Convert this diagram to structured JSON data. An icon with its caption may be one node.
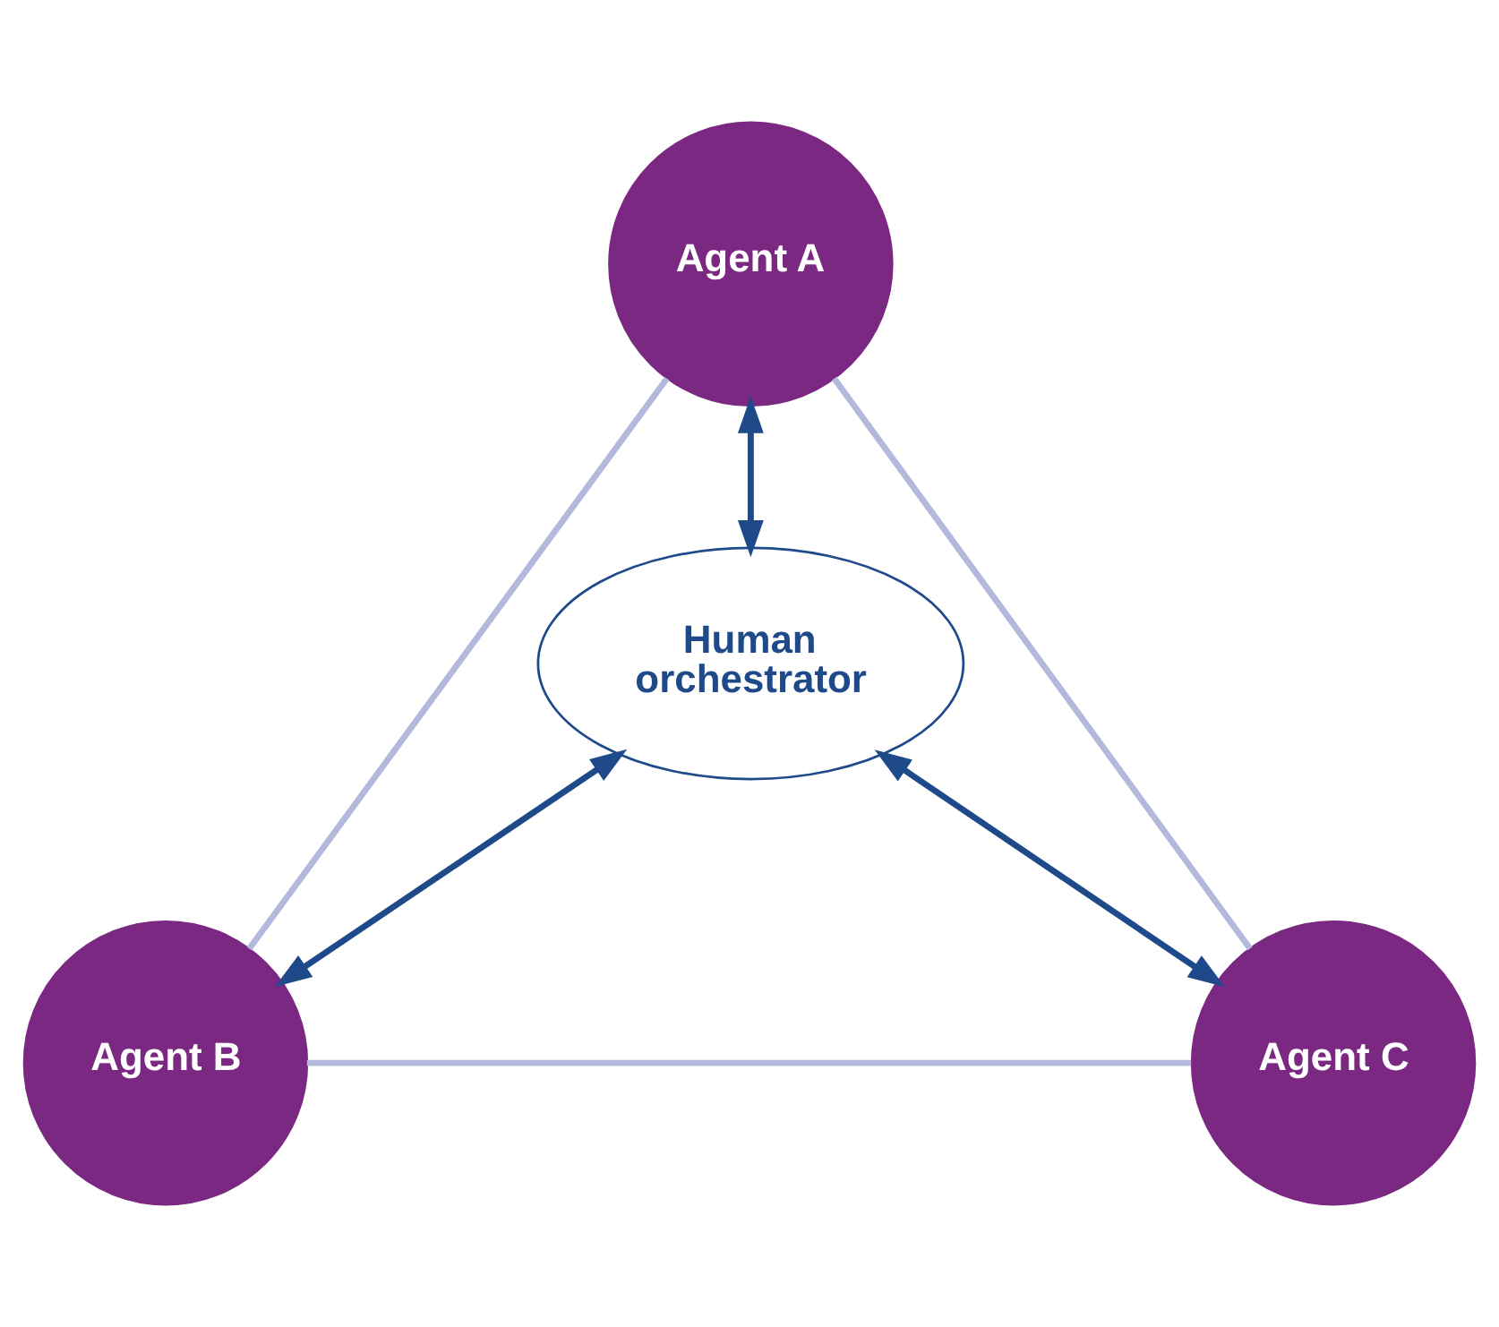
{
  "diagram": {
    "nodes": [
      {
        "text": [
          "Agent A"
        ]
      },
      {
        "text": [
          "Human orchestrator"
        ]
      },
      {
        "text": [
          "Agent B"
        ]
      },
      {
        "text": [
          "Agent C"
        ]
      }
    ],
    "edges": [
      {
        "from": 0,
        "to": 2,
        "arrow": "none",
        "color": "#b4b9dc"
      },
      {
        "from": 0,
        "to": 3,
        "arrow": "none",
        "color": "#b4b9dc"
      },
      {
        "from": 2,
        "to": 3,
        "arrow": "none",
        "color": "#b4b9dc"
      },
      {
        "from": 0,
        "to": 1,
        "arrow": "both",
        "color": "#1f4a8a"
      },
      {
        "from": 1,
        "to": 2,
        "arrow": "both",
        "color": "#1f4a8a"
      },
      {
        "from": 1,
        "to": 3,
        "arrow": "both",
        "color": "#1f4a8a"
      }
    ]
  }
}
